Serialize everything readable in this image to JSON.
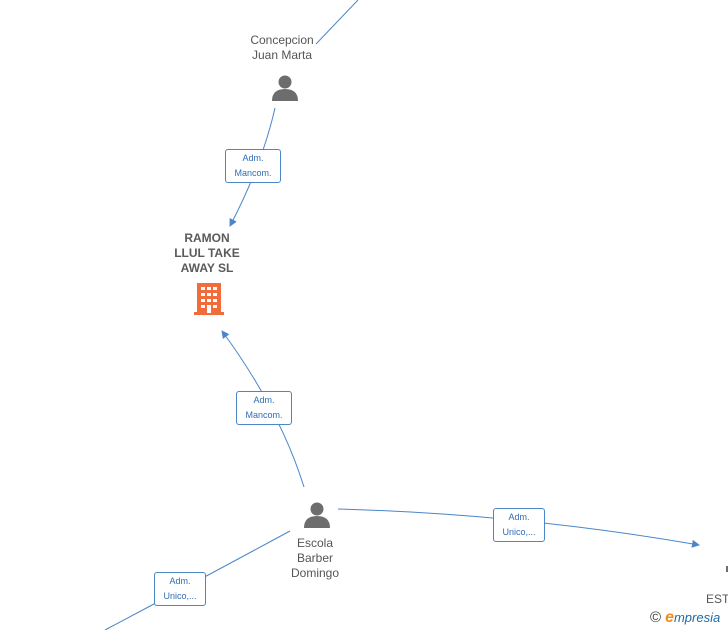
{
  "nodes": {
    "concepcion": {
      "line1": "Concepcion",
      "line2": "Juan Marta"
    },
    "company": {
      "line1": "RAMON",
      "line2": "LLUL TAKE",
      "line3": "AWAY  SL"
    },
    "escola": {
      "line1": "Escola",
      "line2": "Barber",
      "line3": "Domingo"
    },
    "offscreen_right": {
      "fragment": "EST"
    }
  },
  "edges": {
    "concepcion_company": {
      "line1": "Adm.",
      "line2": "Mancom."
    },
    "escola_company": {
      "line1": "Adm.",
      "line2": "Mancom."
    },
    "escola_right": {
      "line1": "Adm.",
      "line2": "Unico,..."
    },
    "escola_bottomleft": {
      "line1": "Adm.",
      "line2": "Unico,..."
    }
  },
  "colors": {
    "edge": "#4a86c8",
    "person_icon": "#6d6d6d",
    "company_icon": "#f26b3a"
  },
  "watermark": {
    "copyright": "©",
    "brand_initial": "e",
    "brand_rest": "mpresia"
  }
}
